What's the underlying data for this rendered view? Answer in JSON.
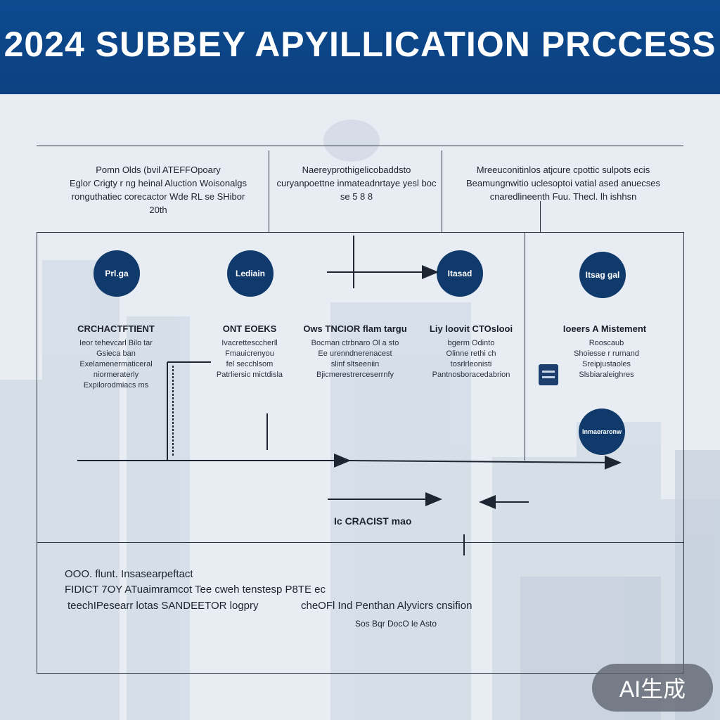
{
  "header": {
    "title": "2024 SUBBEY APYILLICATION PRCCESS"
  },
  "top_columns": [
    {
      "lines": [
        "Pomn Olds (bvil ATEFFOpoary",
        "Eglor Crigty r ng heinal Aluction Woisonalgs",
        "ronguthatiec corecactor Wde RL se SHibor",
        "20th"
      ]
    },
    {
      "lines": [
        "Naereyprothigelicobaddsto",
        "curyanpoettne inmateadnrtaye yesl boc",
        "se 5 8 8"
      ]
    },
    {
      "lines": [
        "Mreeuconitinlos atjcure cpottic sulpots ecis",
        "Beamungnwitio uclesoptoi vatial ased anuecses",
        "cnaredlineenth Fuu. Thecl. lh ishhsn"
      ]
    }
  ],
  "steps": [
    {
      "circle": "Prl.ga",
      "title": "CRCHACTFTIENT",
      "desc": [
        "Ieor tehevcarl Bilo tar",
        "Gsieca ban",
        "Exelamenermaticeral",
        "niormeraterly",
        "Expilorodmiacs ms"
      ]
    },
    {
      "circle": "Lediain",
      "title": "ONT EOEKS",
      "desc": [
        "Ivacrettesccherll",
        "Fmauicrenyou",
        "fel secchlsom",
        "Patrliersic mictdisla"
      ]
    },
    {
      "circle": "",
      "title": "Ows TNCIOR flam targu",
      "desc": [
        "Bocman ctrbnaro Ol a sto",
        "Ee urenndnerenacest",
        "slinf sltseeniin",
        "Bjicmerestrerceserrnfy"
      ]
    },
    {
      "circle": "Itasad",
      "title": "Liy loovit CTOslooi",
      "desc": [
        "bgerm Odinto",
        "Olinne rethi ch",
        "tosrlrleonisti",
        "Pantnosboracedabrion"
      ]
    },
    {
      "circle": "Itsag gal",
      "title": "Ioeers A Mistement",
      "desc": [
        "Rooscaub",
        "Shoiesse r rurnand",
        "Sreipjustaoles",
        "Slsbiaraleighres"
      ]
    }
  ],
  "extra_circle": {
    "label": "Inmaeraronw"
  },
  "checklist": {
    "label": "Ic CRACIST mao"
  },
  "bottom": {
    "lines": [
      "OOO. flunt. Insasearpeftact",
      "FIDICT 7OY ATuaimramcot Tee cweh tenstesp P8TE ec",
      "teechIPesearr lotas SANDEETOR logpry",
      "cheOFl Ind Penthan Alyvicrs cnsifion",
      "Sos Bqr DocO le Asto"
    ]
  },
  "watermark": {
    "label": "AI生成"
  },
  "colors": {
    "header": "#0d4a8f",
    "circle": "#0f3a6b",
    "line": "#2b3340",
    "background": "#e9eef5"
  }
}
